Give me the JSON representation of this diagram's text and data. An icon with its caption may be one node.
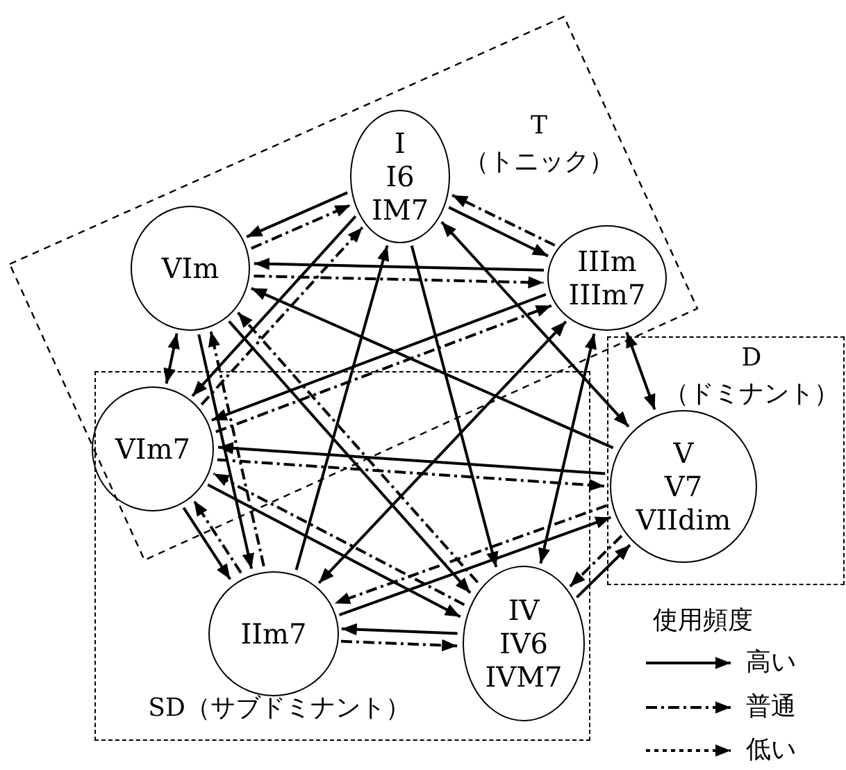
{
  "diagram": {
    "nodes": [
      {
        "text": [
          "T （トニック）"
        ]
      },
      {
        "text": [
          "I",
          "I6",
          "IM7"
        ],
        "in": 0
      },
      {
        "text": [
          "VIm"
        ],
        "in": 0
      },
      {
        "text": [
          "IIIm",
          "IIIm7"
        ],
        "in": 0
      },
      {
        "text": [
          "D （ドミナント）"
        ]
      },
      {
        "text": [
          "SD（サブドミナント）"
        ]
      },
      {
        "text": [
          "VIm7"
        ]
      },
      {
        "text": [
          "V",
          "V7",
          "VIIdim"
        ],
        "in": 4
      },
      {
        "text": [
          "IIm7"
        ],
        "in": 5
      },
      {
        "text": [
          "IV",
          "IV6",
          "IVM7"
        ],
        "in": 5
      }
    ],
    "edges": [
      {
        "from": 1,
        "to": 2,
        "arrow": "to"
      },
      {
        "from": 2,
        "to": 1,
        "arrow": "to",
        "style": "dashed"
      },
      {
        "from": 1,
        "to": 3,
        "arrow": "to"
      },
      {
        "from": 3,
        "to": 1,
        "arrow": "to",
        "style": "dashed"
      },
      {
        "from": 2,
        "to": 3,
        "arrow": "to",
        "style": "dashed"
      },
      {
        "from": 3,
        "to": 2,
        "arrow": "to"
      },
      {
        "from": 2,
        "to": 6,
        "arrow": "both"
      },
      {
        "from": 3,
        "to": 7,
        "arrow": "both"
      },
      {
        "from": 1,
        "to": 6,
        "arrow": "to"
      },
      {
        "from": 6,
        "to": 1,
        "arrow": "to",
        "style": "dashed"
      },
      {
        "from": 8,
        "to": 1,
        "arrow": "to"
      },
      {
        "from": 1,
        "to": 9,
        "arrow": "to"
      },
      {
        "from": 1,
        "to": 7,
        "arrow": "both"
      },
      {
        "from": 7,
        "to": 2,
        "arrow": "to"
      },
      {
        "from": 2,
        "to": 8,
        "arrow": "to"
      },
      {
        "from": 8,
        "to": 2,
        "arrow": "to",
        "style": "dashed"
      },
      {
        "from": 2,
        "to": 9,
        "arrow": "to"
      },
      {
        "from": 9,
        "to": 2,
        "arrow": "to",
        "style": "dashed"
      },
      {
        "from": 3,
        "to": 6,
        "arrow": "to"
      },
      {
        "from": 6,
        "to": 3,
        "arrow": "to",
        "style": "dashed"
      },
      {
        "from": 8,
        "to": 3,
        "arrow": "both"
      },
      {
        "from": 3,
        "to": 9,
        "arrow": "both"
      },
      {
        "from": 7,
        "to": 6,
        "arrow": "to"
      },
      {
        "from": 6,
        "to": 7,
        "arrow": "to",
        "style": "dashed"
      },
      {
        "from": 6,
        "to": 9,
        "arrow": "to"
      },
      {
        "from": 9,
        "to": 6,
        "arrow": "to",
        "style": "dashed"
      },
      {
        "from": 6,
        "to": 8,
        "arrow": "to"
      },
      {
        "from": 8,
        "to": 6,
        "arrow": "to",
        "style": "dashed"
      },
      {
        "from": 8,
        "to": 7,
        "arrow": "to"
      },
      {
        "from": 7,
        "to": 8,
        "arrow": "to",
        "style": "dashed"
      },
      {
        "from": 8,
        "to": 9,
        "arrow": "to",
        "style": "dashed"
      },
      {
        "from": 9,
        "to": 8,
        "arrow": "to"
      },
      {
        "from": 9,
        "to": 7,
        "arrow": "to"
      },
      {
        "from": 7,
        "to": 9,
        "arrow": "to",
        "style": "dashed"
      }
    ],
    "labels": [
      "使用頻度"
    ],
    "legend": [
      {
        "text": "高い"
      },
      {
        "text": "普通"
      },
      {
        "text": "低い"
      }
    ]
  }
}
